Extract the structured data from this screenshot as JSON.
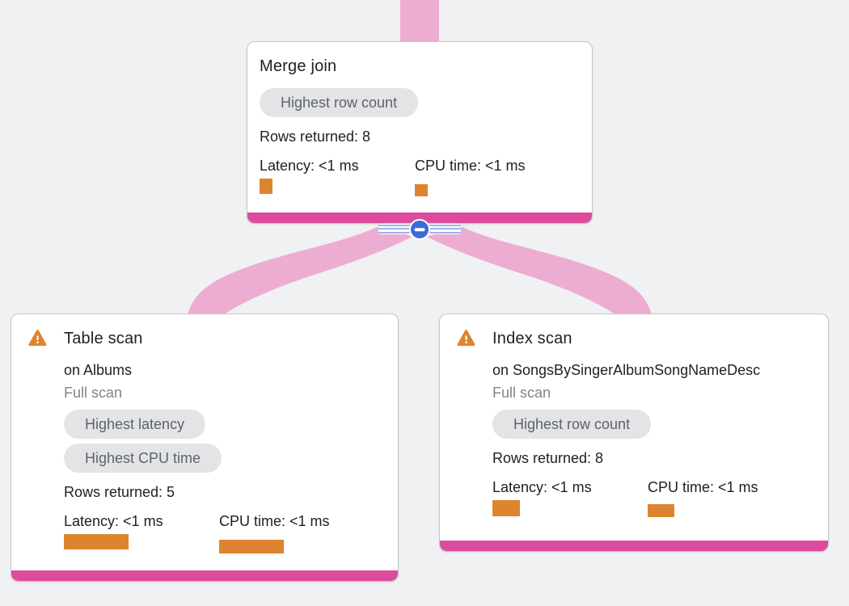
{
  "colors": {
    "background": "#f0f1f3",
    "card_accent_bar": "#dc4c9c",
    "connector_ribbon": "#edadd2",
    "metric_bar_orange": "#de8430",
    "warning_orange": "#de8430",
    "badge_background": "#e3e4e6",
    "badge_text": "#5f6368",
    "muted_text": "#80868b",
    "primary_text": "#202124",
    "collapse_button_blue": "#3b6bd8"
  },
  "icons": {
    "warning": "warning-triangle-icon",
    "collapse": "minus-circle-icon"
  },
  "collapse_control": {
    "glyph": "−"
  },
  "nodes": [
    {
      "title": "Merge join",
      "badges": [
        "Highest row count"
      ],
      "rows_returned": "Rows returned: 8",
      "latency": "Latency: <1 ms",
      "cpu_time": "CPU time: <1 ms"
    },
    {
      "title": "Table scan",
      "subtitle": "on Albums",
      "scan_type": "Full scan",
      "badges": [
        "Highest latency",
        "Highest CPU time"
      ],
      "rows_returned": "Rows returned: 5",
      "latency": "Latency: <1 ms",
      "cpu_time": "CPU time: <1 ms"
    },
    {
      "title": "Index scan",
      "subtitle": "on SongsBySingerAlbumSongNameDesc",
      "scan_type": "Full scan",
      "badges": [
        "Highest row count"
      ],
      "rows_returned": "Rows returned: 8",
      "latency": "Latency: <1 ms",
      "cpu_time": "CPU time: <1 ms"
    }
  ]
}
